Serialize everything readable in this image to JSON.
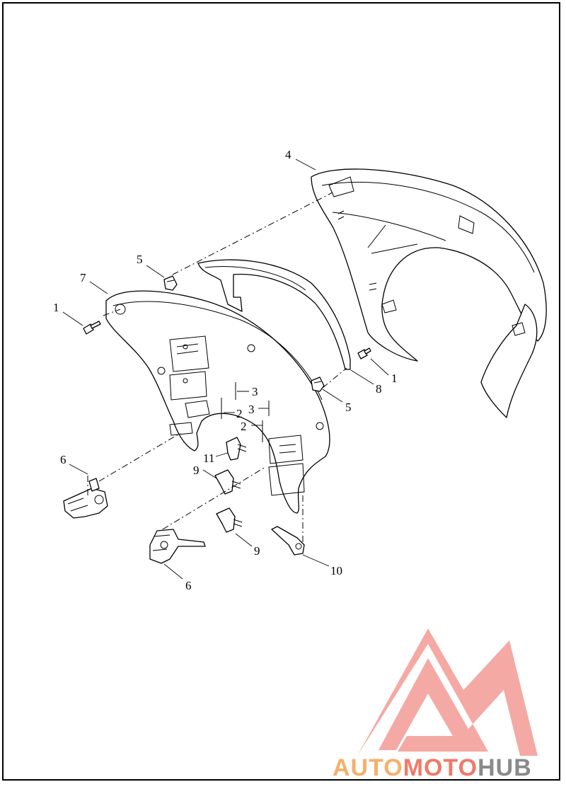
{
  "callouts": [
    {
      "id": "c4",
      "text": "4"
    },
    {
      "id": "c5a",
      "text": "5"
    },
    {
      "id": "c7",
      "text": "7"
    },
    {
      "id": "c1a",
      "text": "1"
    },
    {
      "id": "c1b",
      "text": "1"
    },
    {
      "id": "c8",
      "text": "8"
    },
    {
      "id": "c5b",
      "text": "5"
    },
    {
      "id": "c3a",
      "text": "3"
    },
    {
      "id": "c2a",
      "text": "2"
    },
    {
      "id": "c3b",
      "text": "3"
    },
    {
      "id": "c2b",
      "text": "2"
    },
    {
      "id": "c11",
      "text": "11"
    },
    {
      "id": "c6a",
      "text": "6"
    },
    {
      "id": "c9a",
      "text": "9"
    },
    {
      "id": "c9b",
      "text": "9"
    },
    {
      "id": "c6b",
      "text": "6"
    },
    {
      "id": "c10",
      "text": "10"
    }
  ],
  "watermark": {
    "part1": "AUTO",
    "part2": "MOTO",
    "part3": "HUB",
    "color1": "#f6b06a",
    "color2": "#f07a6a",
    "color3": "#8a8a8a",
    "logo_color": "#f4a09a"
  }
}
